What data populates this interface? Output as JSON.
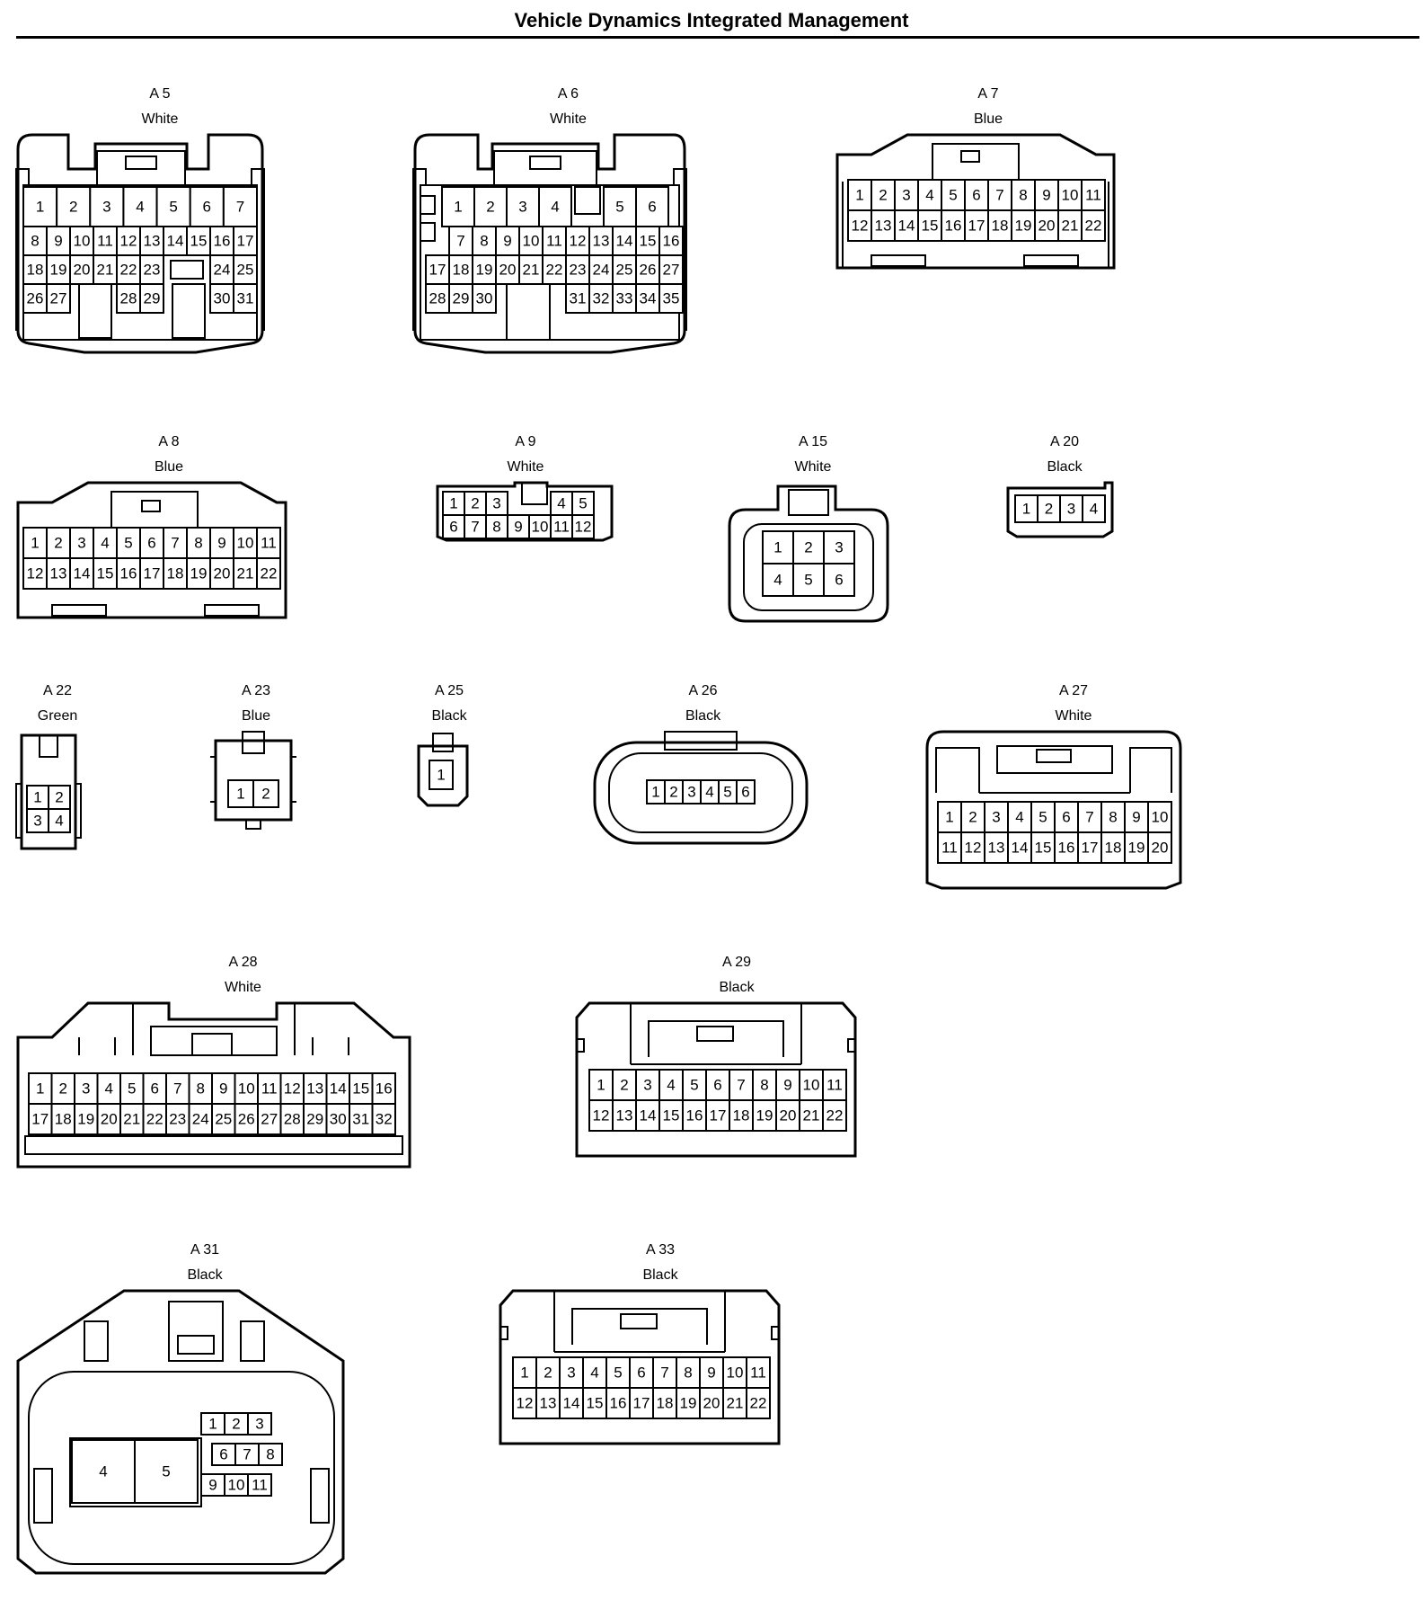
{
  "title": "Vehicle Dynamics Integrated Management",
  "connectors": [
    {
      "key": "a5",
      "id": "A 5",
      "color": "White"
    },
    {
      "key": "a6",
      "id": "A 6",
      "color": "White"
    },
    {
      "key": "a7",
      "id": "A 7",
      "color": "Blue"
    },
    {
      "key": "a8",
      "id": "A 8",
      "color": "Blue"
    },
    {
      "key": "a9",
      "id": "A 9",
      "color": "White"
    },
    {
      "key": "a15",
      "id": "A 15",
      "color": "White"
    },
    {
      "key": "a20",
      "id": "A 20",
      "color": "Black"
    },
    {
      "key": "a22",
      "id": "A 22",
      "color": "Green"
    },
    {
      "key": "a23",
      "id": "A 23",
      "color": "Blue"
    },
    {
      "key": "a25",
      "id": "A 25",
      "color": "Black"
    },
    {
      "key": "a26",
      "id": "A 26",
      "color": "Black"
    },
    {
      "key": "a27",
      "id": "A 27",
      "color": "White"
    },
    {
      "key": "a28",
      "id": "A 28",
      "color": "White"
    },
    {
      "key": "a29",
      "id": "A 29",
      "color": "Black"
    },
    {
      "key": "a31",
      "id": "A 31",
      "color": "Black"
    },
    {
      "key": "a33",
      "id": "A 33",
      "color": "Black"
    }
  ],
  "pins": {
    "a5": [
      [
        "1",
        "2",
        "3",
        "4",
        "5",
        "6",
        "7"
      ],
      [
        "8",
        "9",
        "10",
        "11",
        "12",
        "13",
        "14",
        "15",
        "16",
        "17"
      ],
      [
        "18",
        "19",
        "20",
        "21",
        "22",
        "23",
        "",
        "24",
        "25"
      ],
      [
        "26",
        "27",
        "",
        "28",
        "29",
        "",
        "30",
        "31"
      ]
    ],
    "a6": [
      [
        "1",
        "2",
        "3",
        "4",
        "",
        "5",
        "6"
      ],
      [
        "7",
        "8",
        "9",
        "10",
        "11",
        "12",
        "13",
        "14",
        "15",
        "16"
      ],
      [
        "17",
        "18",
        "19",
        "20",
        "21",
        "22",
        "23",
        "24",
        "25",
        "26",
        "27"
      ],
      [
        "28",
        "29",
        "30",
        "",
        "31",
        "32",
        "33",
        "34",
        "35"
      ]
    ],
    "a7": [
      [
        "1",
        "2",
        "3",
        "4",
        "5",
        "6",
        "7",
        "8",
        "9",
        "10",
        "11"
      ],
      [
        "12",
        "13",
        "14",
        "15",
        "16",
        "17",
        "18",
        "19",
        "20",
        "21",
        "22"
      ]
    ],
    "a8": [
      [
        "1",
        "2",
        "3",
        "4",
        "5",
        "6",
        "7",
        "8",
        "9",
        "10",
        "11"
      ],
      [
        "12",
        "13",
        "14",
        "15",
        "16",
        "17",
        "18",
        "19",
        "20",
        "21",
        "22"
      ]
    ],
    "a9": [
      [
        "1",
        "2",
        "3",
        "",
        "",
        "4",
        "5"
      ],
      [
        "6",
        "7",
        "8",
        "9",
        "10",
        "11",
        "12"
      ]
    ],
    "a15": [
      [
        "1",
        "2",
        "3"
      ],
      [
        "4",
        "5",
        "6"
      ]
    ],
    "a20": [
      [
        "1",
        "2",
        "3",
        "4"
      ]
    ],
    "a22": [
      [
        "1",
        "2"
      ],
      [
        "3",
        "4"
      ]
    ],
    "a23": [
      [
        "1",
        "2"
      ]
    ],
    "a25": [
      [
        "1"
      ]
    ],
    "a26": [
      [
        "1",
        "2",
        "3",
        "4",
        "5",
        "6"
      ]
    ],
    "a27": [
      [
        "1",
        "2",
        "3",
        "4",
        "5",
        "6",
        "7",
        "8",
        "9",
        "10"
      ],
      [
        "11",
        "12",
        "13",
        "14",
        "15",
        "16",
        "17",
        "18",
        "19",
        "20"
      ]
    ],
    "a28": [
      [
        "1",
        "2",
        "3",
        "4",
        "5",
        "6",
        "7",
        "8",
        "9",
        "10",
        "11",
        "12",
        "13",
        "14",
        "15",
        "16"
      ],
      [
        "17",
        "18",
        "19",
        "20",
        "21",
        "22",
        "23",
        "24",
        "25",
        "26",
        "27",
        "28",
        "29",
        "30",
        "31",
        "32"
      ]
    ],
    "a29": [
      [
        "1",
        "2",
        "3",
        "4",
        "5",
        "6",
        "7",
        "8",
        "9",
        "10",
        "11"
      ],
      [
        "12",
        "13",
        "14",
        "15",
        "16",
        "17",
        "18",
        "19",
        "20",
        "21",
        "22"
      ]
    ],
    "a31": [
      [
        "4",
        "5"
      ],
      [
        "1",
        "2",
        "3"
      ],
      [
        "6",
        "7",
        "8"
      ],
      [
        "9",
        "10",
        "11"
      ]
    ],
    "a33": [
      [
        "1",
        "2",
        "3",
        "4",
        "5",
        "6",
        "7",
        "8",
        "9",
        "10",
        "11"
      ],
      [
        "12",
        "13",
        "14",
        "15",
        "16",
        "17",
        "18",
        "19",
        "20",
        "21",
        "22"
      ]
    ]
  }
}
